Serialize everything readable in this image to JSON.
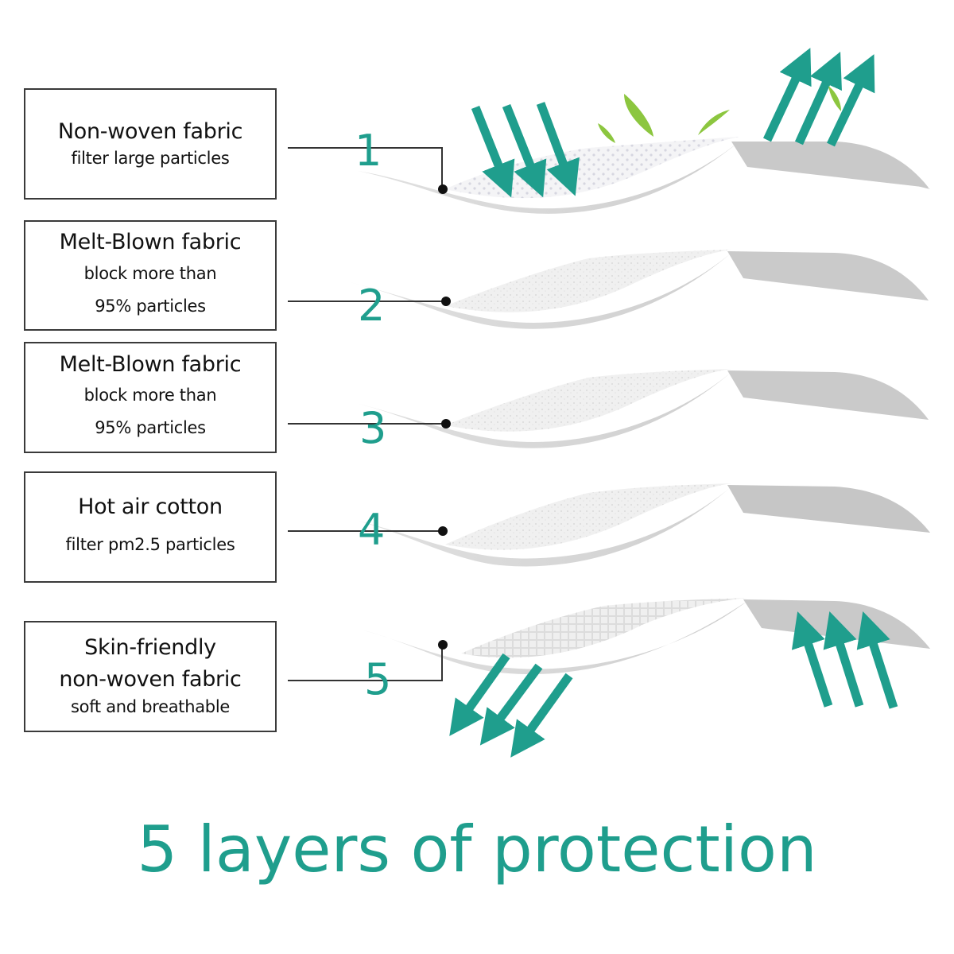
{
  "layers": [
    {
      "number": "1",
      "title": "Non-woven fabric",
      "description_lines": [
        "filter large particles"
      ]
    },
    {
      "number": "2",
      "title": "Melt-Blown fabric",
      "description_lines": [
        "block more than",
        "95% particles"
      ]
    },
    {
      "number": "3",
      "title": "Melt-Blown fabric",
      "description_lines": [
        "block more than",
        "95% particles"
      ]
    },
    {
      "number": "4",
      "title": "Hot air cotton",
      "description_lines": [
        "filter pm2.5 particles"
      ]
    },
    {
      "number": "5",
      "title_lines": [
        "Skin-friendly",
        "non-woven fabric"
      ],
      "description_lines": [
        "soft and breathable"
      ]
    }
  ],
  "headline": "5 layers of protection",
  "colors": {
    "accent_teal": "#1f9e8d",
    "leaf_green": "#8cc63f",
    "fabric_gray": "#cfcfcf",
    "fabric_light": "#ececec",
    "border": "#3a3a3a"
  },
  "icons": [
    "arrow-down-icon",
    "arrow-up-icon",
    "leaf-icon",
    "fabric-layer-icon",
    "connector-dot-icon"
  ]
}
